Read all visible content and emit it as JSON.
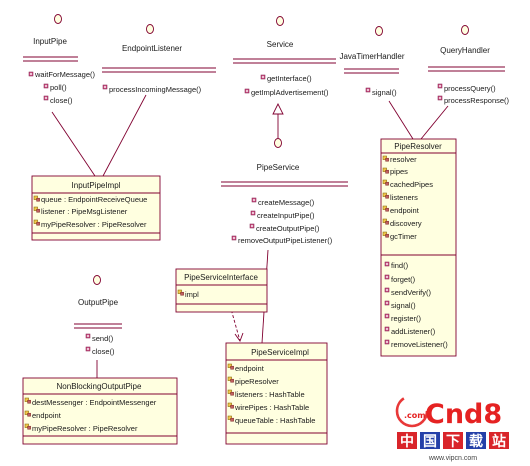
{
  "interfaces": {
    "input_pipe": {
      "name": "InputPipe",
      "ops": [
        "waitForMessage()",
        "poll()",
        "close()"
      ]
    },
    "endpoint_listener": {
      "name": "EndpointListener",
      "ops": [
        "processIncomingMessage()"
      ]
    },
    "service": {
      "name": "Service",
      "ops": [
        "getInterface()",
        "getImplAdvertisement()"
      ]
    },
    "java_timer_handler": {
      "name": "JavaTimerHandler",
      "ops": [
        "signal()"
      ]
    },
    "query_handler": {
      "name": "QueryHandler",
      "ops": [
        "processQuery()",
        "processResponse()"
      ]
    },
    "pipe_service": {
      "name": "PipeService",
      "ops": [
        "createMessage()",
        "createInputPipe()",
        "createOutputPipe()",
        "removeOutputPipeListener()"
      ]
    },
    "output_pipe": {
      "name": "OutputPipe",
      "ops": [
        "send()",
        "close()"
      ]
    }
  },
  "classes": {
    "input_pipe_impl": {
      "name": "InputPipeImpl",
      "attrs": [
        "queue : EndpointReceiveQueue",
        "listener : PipeMsgListener",
        "myPipeResolver : PipeResolver"
      ]
    },
    "pipe_resolver": {
      "name": "PipeResolver",
      "attrs": [
        "resolver",
        "pipes",
        "cachedPipes",
        "listeners",
        "endpoint",
        "discovery",
        "gcTimer"
      ],
      "ops": [
        "find()",
        "forget()",
        "sendVerify()",
        "signal()",
        "register()",
        "addListener()",
        "removeListener()"
      ]
    },
    "pipe_service_interface": {
      "name": "PipeServiceInterface",
      "attrs": [
        "impl"
      ]
    },
    "pipe_service_impl": {
      "name": "PipeServiceImpl",
      "attrs": [
        "endpoint",
        "pipeResolver",
        "listeners : HashTable",
        "wirePipes : HashTable",
        "queueTable : HashTable"
      ]
    },
    "non_blocking_output_pipe": {
      "name": "NonBlockingOutputPipe",
      "attrs": [
        "destMessenger : EndpointMessenger",
        "endpoint",
        "myPipeResolver : PipeResolver"
      ]
    }
  },
  "watermark": {
    "logo_text": "Cnd8",
    "logo_dot_com": ".com",
    "cn_chars": [
      "中",
      "国",
      "下",
      "载",
      "站"
    ],
    "url": "www.vipcn.com"
  },
  "colors": {
    "line": "#800030",
    "box_fill": "#ffffe0",
    "box_border": "#800030",
    "watermark_red": "#e52222",
    "watermark_blue": "#2440a8"
  }
}
